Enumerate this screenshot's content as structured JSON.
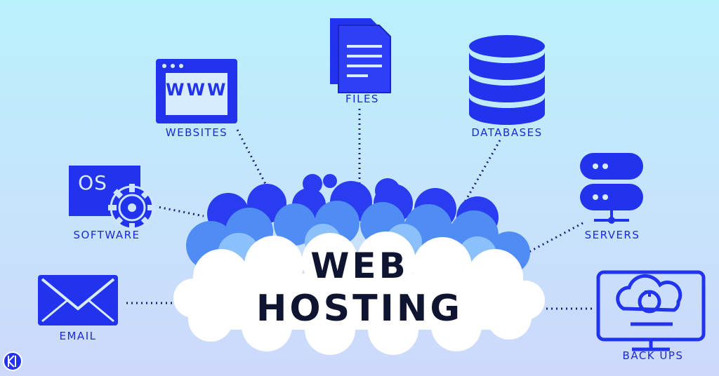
{
  "title": {
    "line1": "WEB",
    "line2": "HOSTING"
  },
  "nodes": [
    {
      "key": "websites",
      "label": "WEBSITES",
      "icon": "browser-window-icon",
      "icon_text": "WWW"
    },
    {
      "key": "files",
      "label": "FILES",
      "icon": "documents-icon"
    },
    {
      "key": "databases",
      "label": "DATABASES",
      "icon": "database-icon"
    },
    {
      "key": "software",
      "label": "SOFTWARE",
      "icon": "os-gear-icon",
      "icon_text": "OS"
    },
    {
      "key": "servers",
      "label": "SERVERS",
      "icon": "server-rack-icon"
    },
    {
      "key": "email",
      "label": "EMAIL",
      "icon": "envelope-icon"
    },
    {
      "key": "backups",
      "label": "BACK UPS",
      "icon": "monitor-cloud-backup-icon"
    }
  ],
  "colors": {
    "icon_blue": "#2233ee",
    "label_blue": "#1a2bd4",
    "title": "#0f1430",
    "cloud_dark": "#2a3cf0",
    "cloud_mid": "#4f8df5",
    "cloud_light": "#ffffff"
  }
}
